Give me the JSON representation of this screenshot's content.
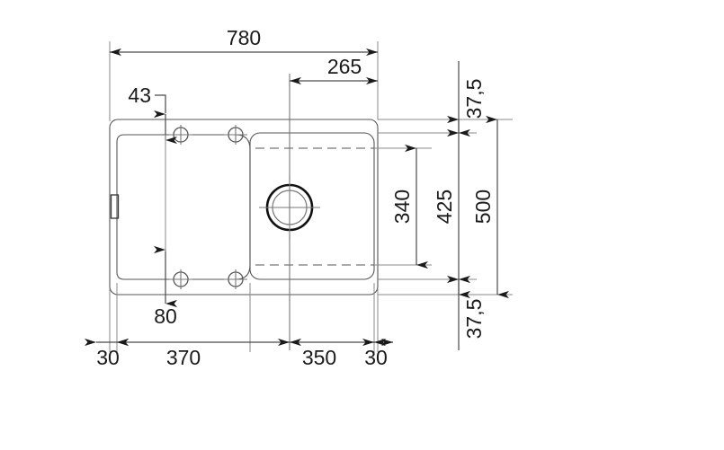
{
  "drawing": {
    "title": "Kitchen sink technical dimension drawing",
    "units": "mm",
    "dimensions": {
      "overall_width": "780",
      "offset_right_to_bowl_center": "265",
      "hole_offset_top": "43",
      "hole_offset_bottom": "80",
      "top_margin": "37,5",
      "bottom_margin": "37,5",
      "bowl_height": "340",
      "inner_height": "425",
      "overall_height": "500",
      "left_edge": "30",
      "drainer_width": "370",
      "bowl_width": "350",
      "right_edge": "30"
    },
    "labels": {
      "width_780": "780",
      "offset_265": "265",
      "hole_43": "43",
      "hole_80": "80",
      "margin_top_375": "37,5",
      "margin_bottom_375": "37,5",
      "bowl_340": "340",
      "inner_425": "425",
      "total_500": "500",
      "left_30": "30",
      "drain_370": "370",
      "bowl_350": "350",
      "right_30": "30"
    },
    "features": {
      "tap_hole_left": "tap-hole",
      "tap_hole_right": "tap-hole",
      "tap_hole_bl": "tap-hole",
      "tap_hole_br": "tap-hole",
      "drain": "drain-outlet",
      "overflow": "overflow-slot"
    },
    "colors": {
      "line": "#555555",
      "dim": "#4a4a4a",
      "text": "#1a1a1a",
      "background": "#ffffff"
    }
  }
}
